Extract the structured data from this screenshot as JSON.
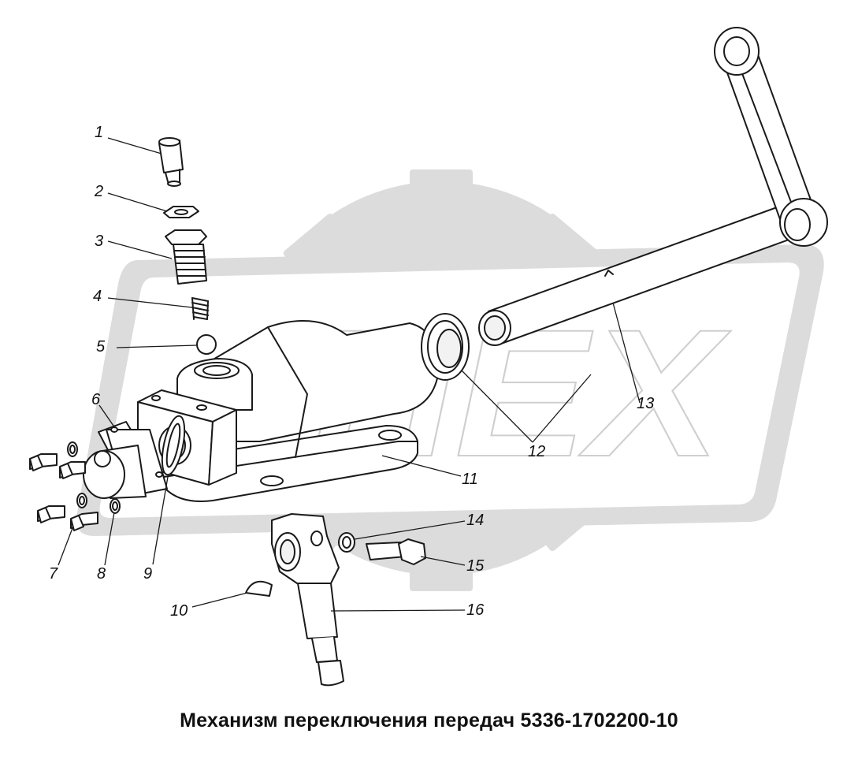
{
  "diagram": {
    "caption": "Механизм переключения передач 5336-1702200-10",
    "watermark": {
      "text": "ПЕХ",
      "color": "#dcdcdc"
    },
    "callouts": [
      {
        "id": "1",
        "label": "1"
      },
      {
        "id": "2",
        "label": "2"
      },
      {
        "id": "3",
        "label": "3"
      },
      {
        "id": "4",
        "label": "4"
      },
      {
        "id": "5",
        "label": "5"
      },
      {
        "id": "6",
        "label": "6"
      },
      {
        "id": "7",
        "label": "7"
      },
      {
        "id": "8",
        "label": "8"
      },
      {
        "id": "9",
        "label": "9"
      },
      {
        "id": "10",
        "label": "10"
      },
      {
        "id": "11",
        "label": "11"
      },
      {
        "id": "12",
        "label": "12"
      },
      {
        "id": "13",
        "label": "13"
      },
      {
        "id": "14",
        "label": "14"
      },
      {
        "id": "15",
        "label": "15"
      },
      {
        "id": "16",
        "label": "16"
      }
    ]
  }
}
